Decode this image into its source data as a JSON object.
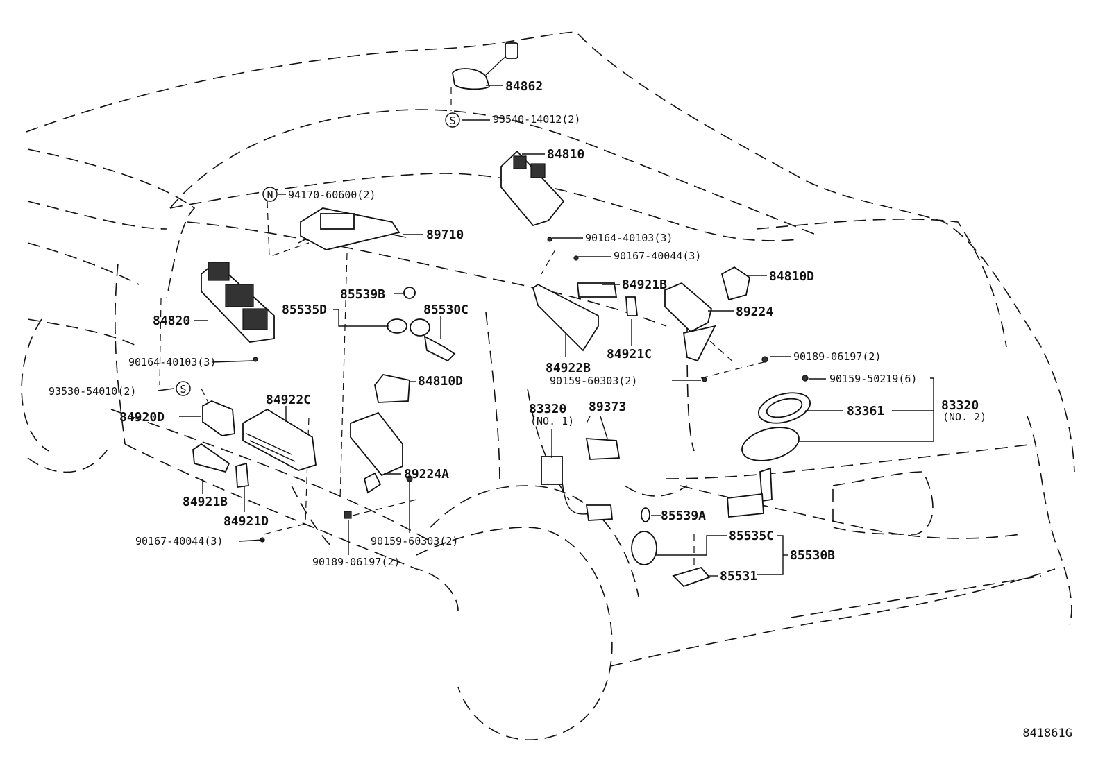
{
  "diagram_id": "841861G",
  "symbols": {
    "s_top": "S",
    "n_symbol": "N",
    "s_left": "S"
  },
  "labels": {
    "p84862": "84862",
    "p93540": "93540-14012(2)",
    "p84810": "84810",
    "p94170": "94170-60600(2)",
    "p89710": "89710",
    "p90164_top": "90164-40103(3)",
    "p90167_top": "90167-40044(3)",
    "p84810D_right": "84810D",
    "p84921B_top": "84921B",
    "p89224": "89224",
    "p85539B": "85539B",
    "p85535D": "85535D",
    "p85530C": "85530C",
    "p84820": "84820",
    "p84921C": "84921C",
    "p84922B": "84922B",
    "p90189_right": "90189-06197(2)",
    "p90164_left": "90164-40103(3)",
    "p90159_mid": "90159-60303(2)",
    "p90159_50219": "90159-50219(6)",
    "p93530": "93530-54010(2)",
    "p84810D_mid": "84810D",
    "p84922C": "84922C",
    "p83320_a": "83320",
    "p83320_a_sub": "(NO. 1)",
    "p89373": "89373",
    "p83361": "83361",
    "p83320_b": "83320",
    "p83320_b_sub": "(NO. 2)",
    "p84920D": "84920D",
    "p89224A": "89224A",
    "p84921B_bot": "84921B",
    "p84921D": "84921D",
    "p85539A": "85539A",
    "p85535C": "85535C",
    "p90167_bot": "90167-40044(3)",
    "p90159_bot": "90159-60303(2)",
    "p85530B": "85530B",
    "p90189_bot": "90189-06197(2)",
    "p85531": "85531"
  }
}
